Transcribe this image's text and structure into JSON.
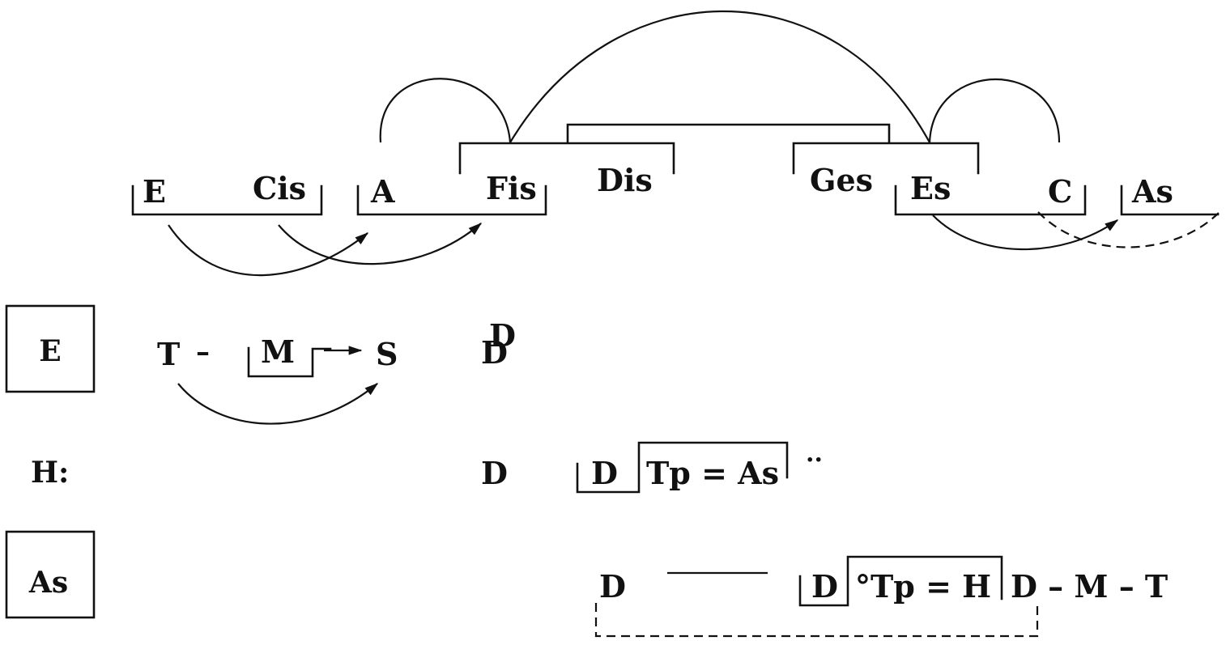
{
  "row1": {
    "e": "E",
    "cis": "Cis",
    "a": "A",
    "fis": "Fis",
    "dis": "Dis",
    "ges": "Ges",
    "es": "Es",
    "c": "C",
    "as": "As"
  },
  "row_e": {
    "box_label": "E",
    "t": "T",
    "dash": "–",
    "m": "M",
    "s": "S",
    "d_upper": "D",
    "d_lower": "D"
  },
  "row_h": {
    "label": "H:",
    "d": "D",
    "d_in_bracket": "D",
    "tp_as": "Tp = As",
    "dots": "··"
  },
  "row_as": {
    "box_label": "As",
    "d_left": "D",
    "d_in_bracket": "D",
    "tp_h": "°Tp = H",
    "tail": "D – M – T"
  }
}
